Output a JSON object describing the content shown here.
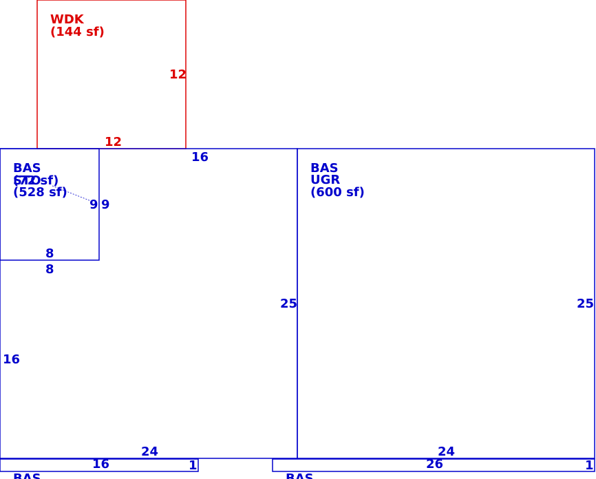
{
  "colors": {
    "blue": "#0000cc",
    "red": "#dd0000"
  },
  "areas": {
    "wdk": {
      "code": "WDK",
      "area": "(144 sf)"
    },
    "bas_storage": {
      "code": "BAS",
      "overlap_a": "STO",
      "overlap_b": "(72 sf)",
      "area": "(528 sf)"
    },
    "bas_ugr": {
      "code": "BAS",
      "sub": "UGR",
      "area": "(600 sf)"
    },
    "bas_bottom_left": {
      "code": "BAS"
    },
    "bas_bottom_right": {
      "code": "BAS"
    }
  },
  "dimensions": {
    "wdk_right": "12",
    "wdk_bottom": "12",
    "main_top": "16",
    "sto_right_inner": "9",
    "sto_right_outer": "9",
    "sto_bottom_inner": "8",
    "sto_bottom_outer": "8",
    "main_left": "16",
    "main_right": "25",
    "main_bottom": "24",
    "ugr_right": "25",
    "ugr_bottom": "24",
    "strip_left_top": "16",
    "strip_left_end": "1",
    "strip_right_top": "26",
    "strip_right_end": "1"
  }
}
